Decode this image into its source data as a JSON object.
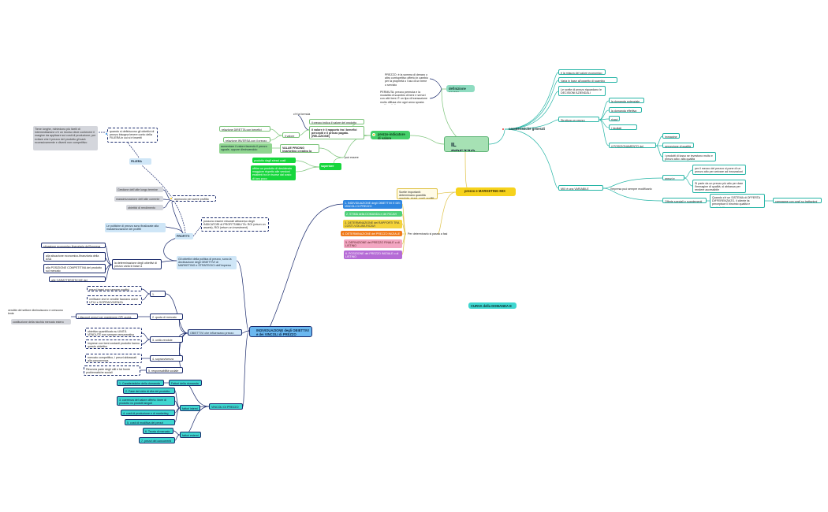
{
  "root": "IL PREZZO",
  "hubs": {
    "caratteristiche": "caratteristiche generali",
    "indicatore": "prezzo-indicatore di valore",
    "marketing_mix": "prezzo e MARKETING MIX",
    "individuazione": "INDIVIDUAZIONE degli OBIETTIVI e dei VINCOLI di PREZZO",
    "curva": "CURVA della DOMANDA E DEI RICAVI",
    "definizione": "definizione prezzo"
  },
  "definizione": {
    "text1": "PREZZO: è la somma di denaro o altro corrispettivo offerto in cambio per la proprietà o l'uso di un bene o servizio",
    "text2": "PERMUTA: prezzo permuta e la modalità di scambio di beni e servizi con altri beni. È un tipo di transazione molto diffusa che ogni anno sposta molti capitali."
  },
  "caratteristiche": {
    "items": [
      "è la misura del valore economico",
      "Varia in base all'oggetto di scambio (termine)",
      "Le scelte di prezzo riguardano le DECISIONI AZIENDALI",
      "Struttura un prezzo determina",
      "MIX è una VARIABILE STATICA"
    ],
    "determina": [
      "la domanda potenziale",
      "la domanda effettiva",
      "ricavi",
      "i risultati economici",
      "il POSIZIONAMENTO del prodotto"
    ],
    "posizionamento": [
      "immagine",
      "percezione di qualità",
      "i prodotti di lusso se investono molto e prezzo alto= alta qualità"
    ],
    "modificato": "l'impresa può sempre modificarlo",
    "prezzi_alti": "prezzi e abituare",
    "prezzi_alti_sub": [
      "per il mezzo del prezzo si pone di un prezzo alto per arrivare ad innovazioni",
      "Si parte da un prezzo più alto per dare l'immagine di qualità, si abbassa per rendere accessibile"
    ],
    "offerte": "Offerte speciali e supplementi",
    "offerta_detail": "Quando c'è un SISTEMA di OFFERTA DIFFERENZIATO, il cliente fa: percepisce il binomio qualità e esclusività",
    "campagne": "campagne con costi su trattazioni"
  },
  "indicatore": {
    "formula": "c'è la formula",
    "valore_percepito": "il prezzo indica il valore del prodotto",
    "valore_rapporto": "il valore è il rapporto tra i benefici percepiti e il prezzo pagato. (RELAZIONE)",
    "valore_ha": "il valore ha",
    "relazione_diretta": "relazione DIRETTA con benefici percepiti",
    "relazione_inversa": "relazione INVERSA con il prezzo",
    "value_pricing": "VALUE PRICING (marketing creativo la farà)",
    "value_pricing_detail": "aumentare il valore facendo il prezzo uguale, oppure diminuendolo",
    "superiore": "superiore",
    "superiore_detail": "può essere",
    "superiore_quality": "prodotto dagli stessi costi",
    "superiore_long": "offrire un prodotto di desiderata maggiore rispetto alle versioni esistenti tra le risorse dal costo di loro poco"
  },
  "marketing_mix": {
    "intro": "Scelte importanti: determinano quantità vendute, ricavi, costi, profitti.",
    "fasi_label": "Per determinarlo si passa a fasi",
    "steps": [
      "1. INDIVIDUAZIONE degli OBIETTIVI E DEI VINCOLI DI PREZZO",
      "2. STIMA della DOMANDA e dei RICAVI",
      "3. DETERMINAZIONE dei RAPPORTI TRA COSTI-VOLUMI-RICAVI",
      "4. DETERMINAZIONE del PREZZO INIZIALE",
      "5. DEFINIZIONE del PREZZO FINALE o di LISTINO",
      "6. POSIZIONE del PREZZO INIZIALE o di LISTINO"
    ]
  },
  "individuazione": {
    "intro": "Gli obiettivi della politica di prezzo, sono la declinazione degli OBIETTIVI di MARKETING e STRATEGICI dell'impresa",
    "influenza": "la determinazione degli obiettivi di prezzo varia in base a",
    "influenza_items": [
      "situazione economico-finanziaria dell'impresa",
      "alla situazione economico-finanziaria della ASA",
      "alla POSIZIONE COMPETITIVA del prodotto sul mercato",
      "alle CARATTERISTICHE del SEGMENTO"
    ],
    "politiche": "Le politiche di prezzo sono finalizzate alla massimizzazione dei profitti",
    "profitti": "PROFITTI",
    "indicatori": "possono essere misurati attraverso degli INDICATORI di PROFITTABILITÀ: ROI (return on assets), ROI (return on investment)",
    "approccio": "approccio per avere profitto",
    "approccio_items": [
      "Gestione dell'utile lungo termine",
      "massimizzazione dell'utile corrente",
      "obiettivi di rendimento"
    ],
    "filiera": "FILIERA",
    "filiera_note": "quando si definiscono gli obiettivi di prezzo bisogna tenere conto della FILIERA in cui si è inseriti",
    "filiera_detail": "Tiene longhe, richiedono più livelli di intermediazione c'è un ricorso deve contenere il margine da applicare sui costi di produzione; per evitare che il prezzo del prodotto gli sarà eccessivamente e diventi non competitivo",
    "obiettivi_label": "OBIETTIVI che influenzano prezzo",
    "obiettivi": [
      "1. vendite",
      "2. quota di mercato",
      "3. unità vendute",
      "4. sopravvivenza",
      "5. responsabilità sociale"
    ],
    "vendite_items": [
      "prezzi bassi non sempre positivi",
      "verificare che le vendite facciano avere UTILI e SOPRAVVIVENZA"
    ],
    "quota_item": "i discount prezzi per mantenere GPI quota",
    "quota_left": [
      "vendite del settore diminuiscono e crescono lente",
      "costituzione della nicchia mercato estero"
    ],
    "unita_items": [
      "obiettivo quantificato su UNITÀ VENDUTE non sempre remunerativo",
      "imprese con beni costanti prodotto hanno questo obiettivo"
    ],
    "sopravvivenza_item": "mercato competitivo, i prezzi abbassati alla concorrenza",
    "sociale_item": "Rinuncia parte degli utili e fai fronte problematiche sociali",
    "vincoli_label": "VINCOLI DI PREZZO",
    "fattori_domanda": "Fattori della domanda",
    "fattori_interni": "fattori interni",
    "fattori_esterni": "fattori esterni",
    "domanda_items": [
      "1. Caratteristiche della domanda"
    ],
    "interni_items": [
      "2. Fase del ciclo di vita del prodotto",
      "3. coerenza del valore offerto: linee di prodotto vs prodotti singoli",
      "4. costi di produzione e di marketing",
      "5. costi di modifica dei prezzi"
    ],
    "esterni_items": [
      "6. Teoria di mercato",
      "7. prezzi dei concorrenti"
    ]
  },
  "colors": {
    "root": "#a6e1b4",
    "navy_line": "#1a2a6c",
    "teal_line": "#26b5a6",
    "green_line": "#7cc47a",
    "yellow_line": "#e0c34a",
    "red_dot": "#e53935"
  }
}
